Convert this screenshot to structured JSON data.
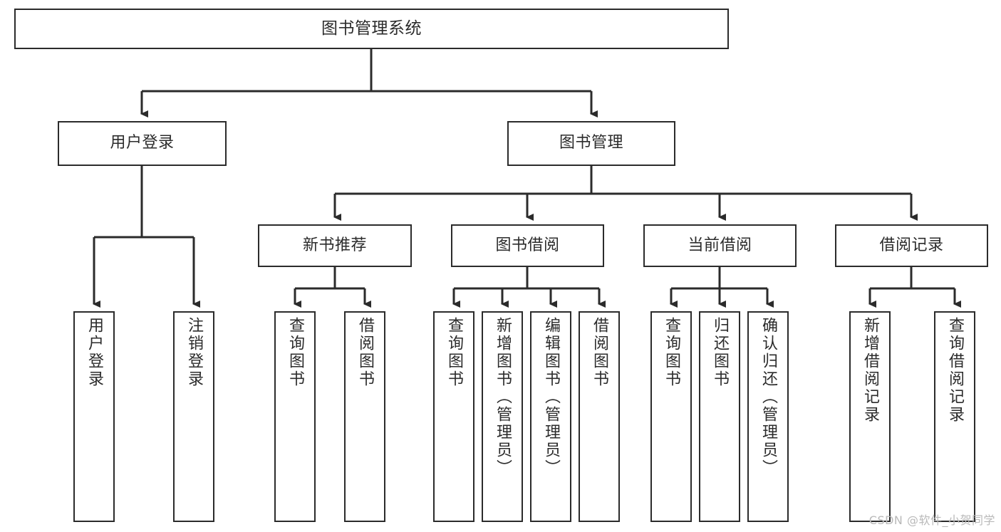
{
  "diagram": {
    "type": "tree",
    "title": "图书管理系统",
    "style": {
      "background": "#ffffff",
      "box_border": "#2b2b2b",
      "box_fill": "#ffffff",
      "text_color": "#2b2b2b",
      "connector_color": "#2b2b2b",
      "watermark_color": "#b9b9b9"
    },
    "watermark": "CSDN @软件_小贺同学",
    "nodes": {
      "root": {
        "label": "图书管理系统"
      },
      "level1": [
        {
          "label": "用户登录"
        },
        {
          "label": "图书管理"
        }
      ],
      "level2": [
        {
          "label": "新书推荐"
        },
        {
          "label": "图书借阅"
        },
        {
          "label": "当前借阅"
        },
        {
          "label": "借阅记录"
        }
      ],
      "leaves": {
        "user_login": [
          {
            "label": "用户登录"
          },
          {
            "label": "注销登录"
          }
        ],
        "new_book_recommend": [
          {
            "label": "查询图书"
          },
          {
            "label": "借阅图书"
          }
        ],
        "book_borrow": [
          {
            "label": "查询图书"
          },
          {
            "label": "新增图书（管理员）"
          },
          {
            "label": "编辑图书（管理员）"
          },
          {
            "label": "借阅图书"
          }
        ],
        "current_borrow": [
          {
            "label": "查询图书"
          },
          {
            "label": "归还图书"
          },
          {
            "label": "确认归还（管理员）"
          }
        ],
        "borrow_record": [
          {
            "label": "新增借阅记录"
          },
          {
            "label": "查询借阅记录"
          }
        ]
      }
    }
  }
}
